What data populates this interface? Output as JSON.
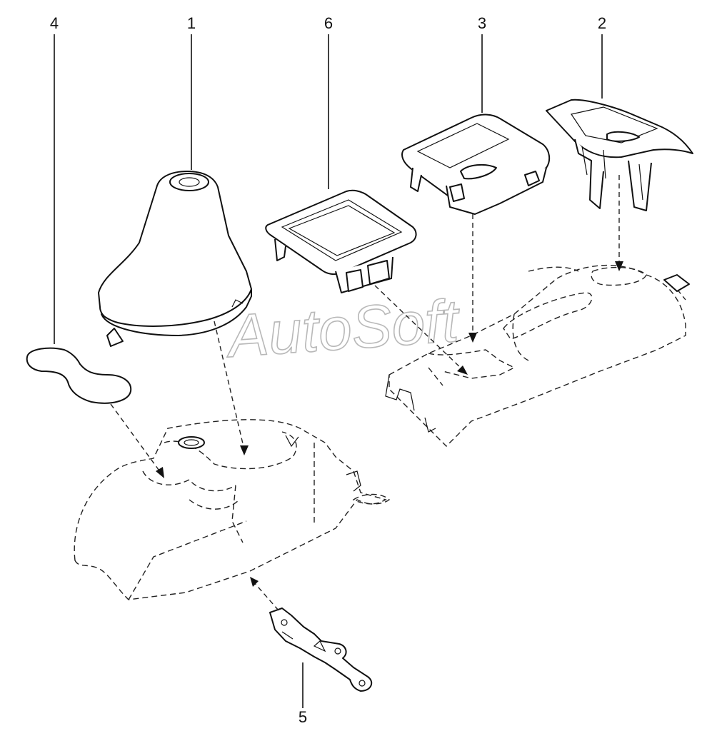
{
  "callouts": [
    "1",
    "2",
    "3",
    "4",
    "5",
    "6"
  ],
  "watermark": "AutoSoft",
  "colors": {
    "line": "#111111",
    "watermark": "#b8b8b8",
    "background": "#ffffff"
  }
}
